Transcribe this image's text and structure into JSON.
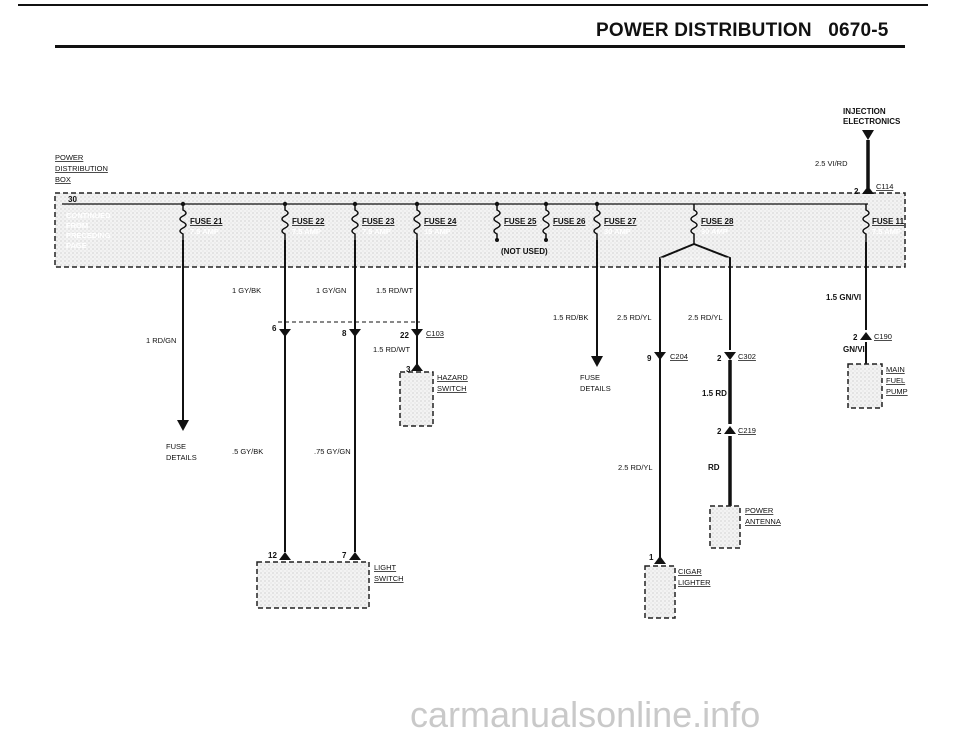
{
  "header": {
    "title": "POWER DISTRIBUTION",
    "page_number": "0670-5"
  },
  "box_label": [
    "POWER",
    "DISTRIBUTION",
    "BOX"
  ],
  "injection_label": [
    "INJECTION",
    "ELECTRONICS"
  ],
  "terminal_30": "30",
  "continued": [
    "CONTINUED",
    "FROM",
    "PRECEDING",
    "PAGE"
  ],
  "fuses": [
    {
      "name": "FUSE 21",
      "rating": "7.5 AMP"
    },
    {
      "name": "FUSE 22",
      "rating": "7.5 AMP"
    },
    {
      "name": "FUSE 23",
      "rating": "7.5 AMP"
    },
    {
      "name": "FUSE 24",
      "rating": "15 AMP"
    },
    {
      "name": "FUSE 25",
      "rating": ""
    },
    {
      "name": "FUSE 26",
      "rating": ""
    },
    {
      "name": "FUSE 27",
      "rating": "30 AMP"
    },
    {
      "name": "FUSE 28",
      "rating": "30 AMP"
    },
    {
      "name": "FUSE 11",
      "rating": "7.5 AMP"
    }
  ],
  "not_used": "(NOT USED)",
  "wires": {
    "w_rd_gn": "1 RD/GN",
    "w_gy_bk": "1 GY/BK",
    "w_gy_gn": "1 GY/GN",
    "w_rd_wt": "1.5 RD/WT",
    "w_rd_wt2": "1.5 RD/WT",
    "w_rd_bk": "1.5 RD/BK",
    "w_rd_yl_a": "2.5 RD/YL",
    "w_rd_yl_b": "2.5 RD/YL",
    "w_rd_yl_c": "2.5 RD/YL",
    "w_rd": "1.5 RD",
    "w_rd2": "RD",
    "w_gy_bk_s": ".5 GY/BK",
    "w_gy_gn_s": ".75 GY/GN",
    "w_vi_rd": "2.5 VI/RD",
    "w_gn_vi": "1.5 GN/VI",
    "w_gn_vi2": "GN/VI"
  },
  "connectors": {
    "c114": "C114",
    "c114_pin": "2",
    "c103": "C103",
    "c103_pin_6": "6",
    "c103_pin_8": "8",
    "c103_pin_22": "22",
    "c204": "C204",
    "c204_pin": "9",
    "c302": "C302",
    "c302_pin": "2",
    "c219": "C219",
    "c219_pin": "2",
    "c190": "C190",
    "c190_pin": "2"
  },
  "fuse_details_1": [
    "FUSE",
    "DETAILS"
  ],
  "fuse_details_2": [
    "FUSE",
    "DETAILS"
  ],
  "components": {
    "hazard": [
      "HAZARD",
      "SWITCH"
    ],
    "hazard_pin": "3",
    "light": [
      "LIGHT",
      "SWITCH"
    ],
    "light_pin_12": "12",
    "light_pin_7": "7",
    "cigar": [
      "CIGAR",
      "LIGHTER"
    ],
    "cigar_pin": "1",
    "antenna": [
      "POWER",
      "ANTENNA"
    ],
    "pump": [
      "MAIN",
      "FUEL",
      "PUMP"
    ]
  },
  "watermark": "carmanualsonline.info"
}
